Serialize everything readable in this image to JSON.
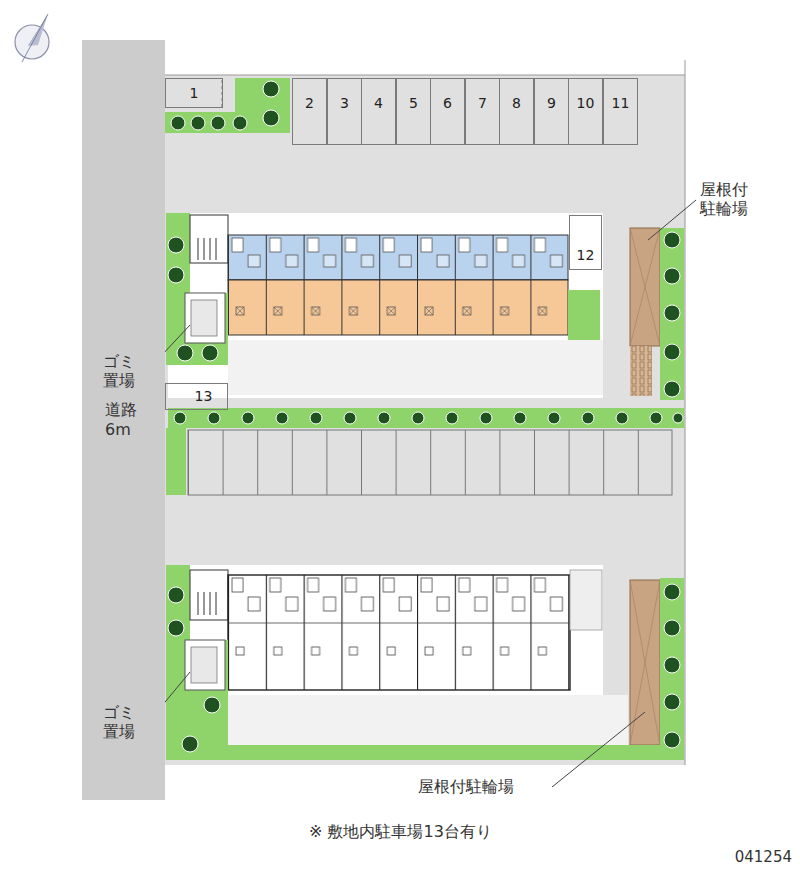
{
  "diagram": {
    "caption": "※ 敷地内駐車場13台有り",
    "nodes": [
      {
        "text": [
          "1"
        ]
      },
      {
        "text": [
          "2"
        ]
      },
      {
        "text": [
          "3"
        ]
      },
      {
        "text": [
          "4"
        ]
      },
      {
        "text": [
          "5"
        ]
      },
      {
        "text": [
          "6"
        ]
      },
      {
        "text": [
          "7"
        ]
      },
      {
        "text": [
          "8"
        ]
      },
      {
        "text": [
          "9"
        ]
      },
      {
        "text": [
          "10"
        ]
      },
      {
        "text": [
          "11"
        ]
      },
      {
        "text": [
          "12"
        ]
      },
      {
        "text": [
          "13"
        ]
      },
      {
        "text": [
          "道路 6m"
        ]
      }
    ],
    "labels": [
      "屋根付 駐輪場",
      "ゴミ 置場",
      "ゴミ 置場",
      "屋根付駐輪場",
      "041254"
    ]
  }
}
